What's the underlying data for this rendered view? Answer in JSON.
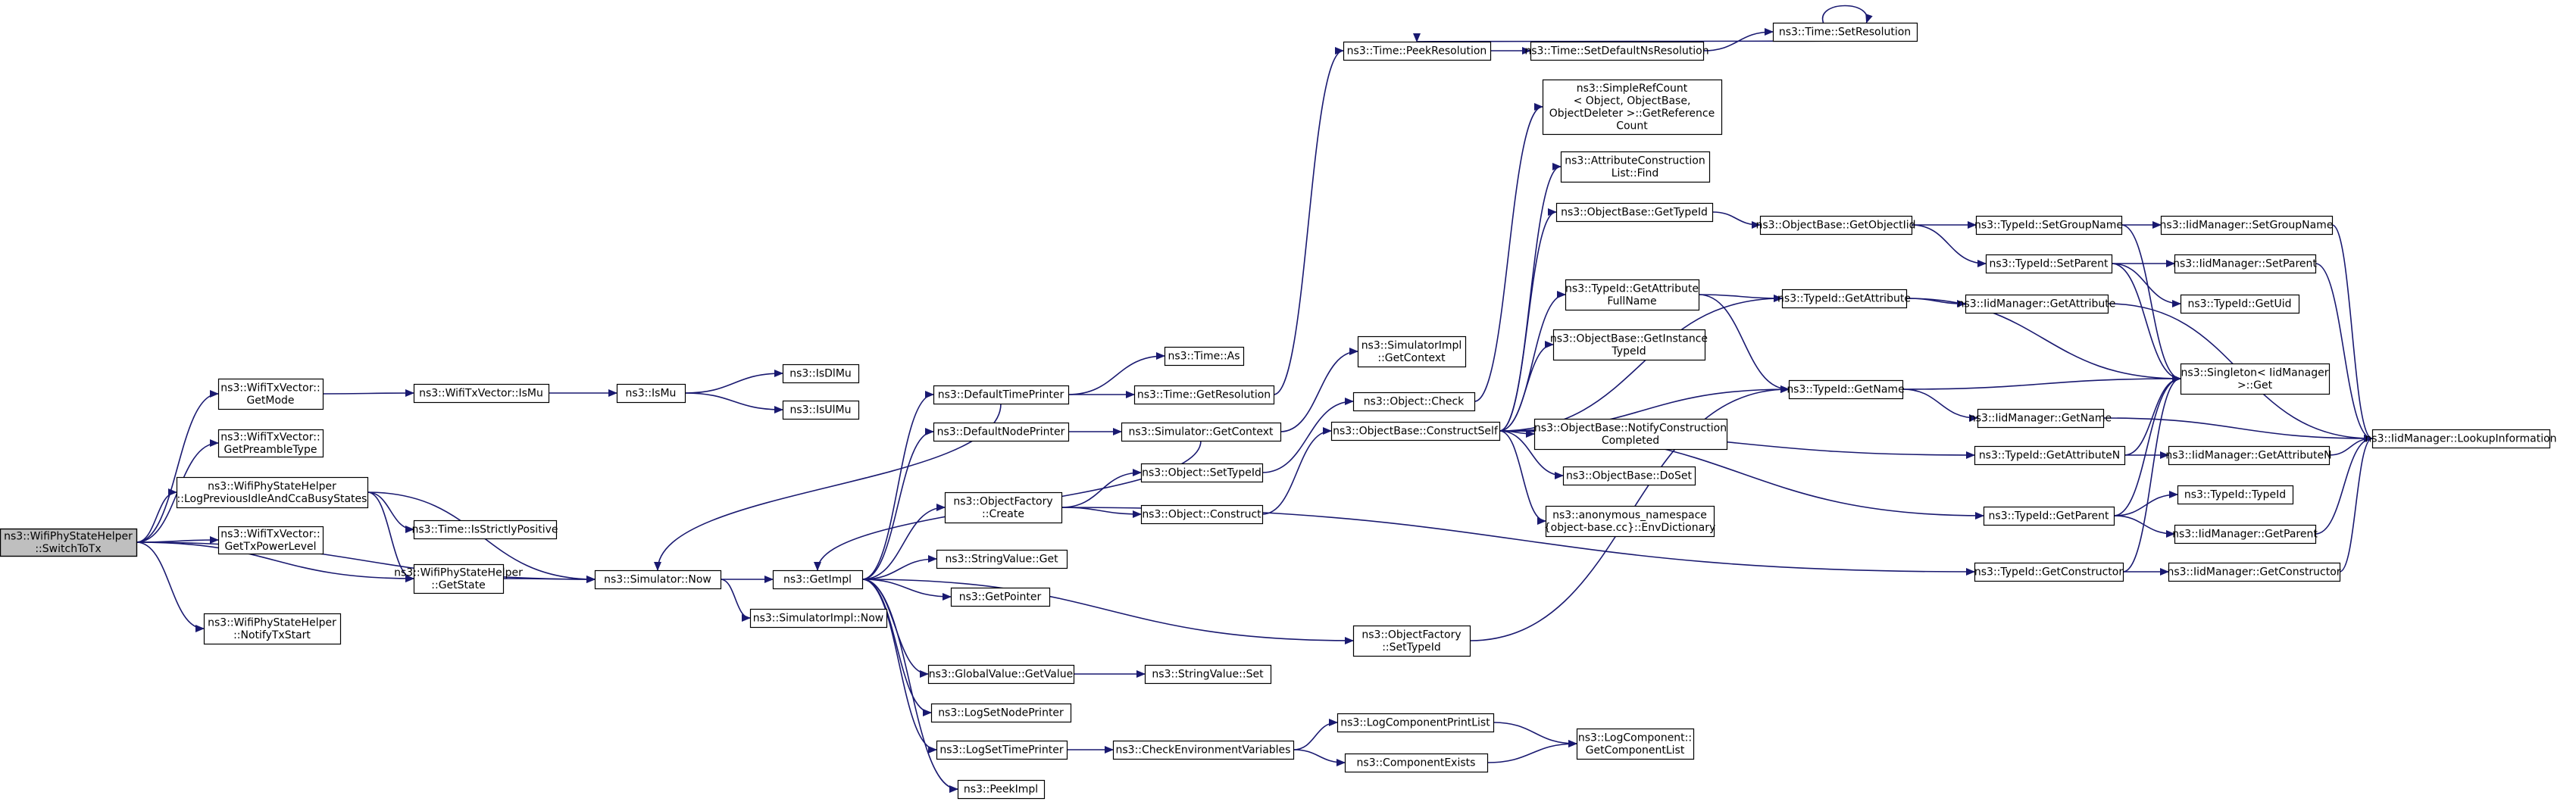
{
  "diagram": {
    "nodes": [
      {
        "id": "switchToTx",
        "lines": [
          "ns3::WifiPhyStateHelper",
          "::SwitchToTx"
        ],
        "root": true
      },
      {
        "id": "getMode",
        "lines": [
          "ns3::WifiTxVector::",
          "GetMode"
        ]
      },
      {
        "id": "getPreambleType",
        "lines": [
          "ns3::WifiTxVector::",
          "GetPreambleType"
        ]
      },
      {
        "id": "logPrevIdle",
        "lines": [
          "ns3::WifiPhyStateHelper",
          "::LogPreviousIdleAndCcaBusyStates"
        ]
      },
      {
        "id": "getTxPowerLevel",
        "lines": [
          "ns3::WifiTxVector::",
          "GetTxPowerLevel"
        ]
      },
      {
        "id": "getState",
        "lines": [
          "ns3::WifiPhyStateHelper",
          "::GetState"
        ]
      },
      {
        "id": "notifyTxStart",
        "lines": [
          "ns3::WifiPhyStateHelper",
          "::NotifyTxStart"
        ]
      },
      {
        "id": "vecIsMu",
        "lines": [
          "ns3::WifiTxVector::IsMu"
        ]
      },
      {
        "id": "isMu",
        "lines": [
          "ns3::IsMu"
        ]
      },
      {
        "id": "isDlMu",
        "lines": [
          "ns3::IsDlMu"
        ]
      },
      {
        "id": "isUlMu",
        "lines": [
          "ns3::IsUlMu"
        ]
      },
      {
        "id": "isStrictlyPositive",
        "lines": [
          "ns3::Time::IsStrictlyPositive"
        ]
      },
      {
        "id": "simNow",
        "lines": [
          "ns3::Simulator::Now"
        ]
      },
      {
        "id": "simImplNow",
        "lines": [
          "ns3::SimulatorImpl::Now"
        ]
      },
      {
        "id": "getImpl",
        "lines": [
          "ns3::GetImpl"
        ]
      },
      {
        "id": "defaultTimePrinter",
        "lines": [
          "ns3::DefaultTimePrinter"
        ]
      },
      {
        "id": "defaultNodePrinter",
        "lines": [
          "ns3::DefaultNodePrinter"
        ]
      },
      {
        "id": "ofCreate",
        "lines": [
          "ns3::ObjectFactory",
          "::Create"
        ]
      },
      {
        "id": "stringValueGet",
        "lines": [
          "ns3::StringValue::Get"
        ]
      },
      {
        "id": "getPointer",
        "lines": [
          "ns3::GetPointer"
        ]
      },
      {
        "id": "globalValueGet",
        "lines": [
          "ns3::GlobalValue::GetValue"
        ]
      },
      {
        "id": "stringValueSet",
        "lines": [
          "ns3::StringValue::Set"
        ]
      },
      {
        "id": "logSetNodePrinter",
        "lines": [
          "ns3::LogSetNodePrinter"
        ]
      },
      {
        "id": "logSetTimePrinter",
        "lines": [
          "ns3::LogSetTimePrinter"
        ]
      },
      {
        "id": "checkEnv",
        "lines": [
          "ns3::CheckEnvironmentVariables"
        ]
      },
      {
        "id": "peekImpl",
        "lines": [
          "ns3::PeekImpl"
        ]
      },
      {
        "id": "timeAs",
        "lines": [
          "ns3::Time::As"
        ]
      },
      {
        "id": "timeGetRes",
        "lines": [
          "ns3::Time::GetResolution"
        ]
      },
      {
        "id": "simGetContext",
        "lines": [
          "ns3::Simulator::GetContext"
        ]
      },
      {
        "id": "simImplGetContext",
        "lines": [
          "ns3::SimulatorImpl",
          "::GetContext"
        ]
      },
      {
        "id": "objSetTypeId",
        "lines": [
          "ns3::Object::SetTypeId"
        ]
      },
      {
        "id": "objConstruct",
        "lines": [
          "ns3::Object::Construct"
        ]
      },
      {
        "id": "objCheck",
        "lines": [
          "ns3::Object::Check"
        ]
      },
      {
        "id": "ofSetTypeId",
        "lines": [
          "ns3::ObjectFactory",
          "::SetTypeId"
        ]
      },
      {
        "id": "logCompPrintList",
        "lines": [
          "ns3::LogComponentPrintList"
        ]
      },
      {
        "id": "componentExists",
        "lines": [
          "ns3::ComponentExists"
        ]
      },
      {
        "id": "getComponentList",
        "lines": [
          "ns3::LogComponent::",
          "GetComponentList"
        ]
      },
      {
        "id": "peekResolution",
        "lines": [
          "ns3::Time::PeekResolution"
        ]
      },
      {
        "id": "setDefaultNsRes",
        "lines": [
          "ns3::Time::SetDefaultNsResolution"
        ]
      },
      {
        "id": "setResolution",
        "lines": [
          "ns3::Time::SetResolution"
        ]
      },
      {
        "id": "simpleRefCount",
        "lines": [
          "ns3::SimpleRefCount",
          "< Object, ObjectBase,",
          "ObjectDeleter >::GetReference",
          "Count"
        ]
      },
      {
        "id": "attrConstrFind",
        "lines": [
          "ns3::AttributeConstruction",
          "List::Find"
        ]
      },
      {
        "id": "obGetTypeId",
        "lines": [
          "ns3::ObjectBase::GetTypeId"
        ]
      },
      {
        "id": "typeIdGetAttrFullName",
        "lines": [
          "ns3::TypeId::GetAttribute",
          "FullName"
        ]
      },
      {
        "id": "obGetInstanceTypeId",
        "lines": [
          "ns3::ObjectBase::GetInstance",
          "TypeId"
        ]
      },
      {
        "id": "obConstructSelf",
        "lines": [
          "ns3::ObjectBase::ConstructSelf"
        ]
      },
      {
        "id": "obNotifyConstructionCompleted",
        "lines": [
          "ns3::ObjectBase::NotifyConstruction",
          "Completed"
        ]
      },
      {
        "id": "obDoSet",
        "lines": [
          "ns3::ObjectBase::DoSet"
        ]
      },
      {
        "id": "envDictionary",
        "lines": [
          "ns3::anonymous_namespace",
          "{object-base.cc}::EnvDictionary"
        ]
      },
      {
        "id": "obGetObjectTid",
        "lines": [
          "ns3::ObjectBase::GetObjectIid"
        ]
      },
      {
        "id": "typeIdGetAttribute",
        "lines": [
          "ns3::TypeId::GetAttribute"
        ]
      },
      {
        "id": "typeIdGetName",
        "lines": [
          "ns3::TypeId::GetName"
        ]
      },
      {
        "id": "typeIdSetGroupName",
        "lines": [
          "ns3::TypeId::SetGroupName"
        ]
      },
      {
        "id": "typeIdSetParent",
        "lines": [
          "ns3::TypeId::SetParent"
        ]
      },
      {
        "id": "iidMgrGetAttribute",
        "lines": [
          "ns3::IidManager::GetAttribute"
        ]
      },
      {
        "id": "iidMgrGetName",
        "lines": [
          "ns3::IidManager::GetName"
        ]
      },
      {
        "id": "typeIdGetAttributeN",
        "lines": [
          "ns3::TypeId::GetAttributeN"
        ]
      },
      {
        "id": "typeIdGetParent",
        "lines": [
          "ns3::TypeId::GetParent"
        ]
      },
      {
        "id": "typeIdGetConstructor",
        "lines": [
          "ns3::TypeId::GetConstructor"
        ]
      },
      {
        "id": "iidMgrSetGroupName",
        "lines": [
          "ns3::IidManager::SetGroupName"
        ]
      },
      {
        "id": "iidMgrSetParent",
        "lines": [
          "ns3::IidManager::SetParent"
        ]
      },
      {
        "id": "typeIdGetUid",
        "lines": [
          "ns3::TypeId::GetUid"
        ]
      },
      {
        "id": "singletonGet",
        "lines": [
          "ns3::Singleton< IidManager",
          ">::Get"
        ]
      },
      {
        "id": "iidMgrGetAttributeN",
        "lines": [
          "ns3::IidManager::GetAttributeN"
        ]
      },
      {
        "id": "typeIdTypeId",
        "lines": [
          "ns3::TypeId::TypeId"
        ]
      },
      {
        "id": "iidMgrGetParent",
        "lines": [
          "ns3::IidManager::GetParent"
        ]
      },
      {
        "id": "iidMgrGetConstructor",
        "lines": [
          "ns3::IidManager::GetConstructor"
        ]
      },
      {
        "id": "iidMgrLookupInformation",
        "lines": [
          "ns3::IidManager::LookupInformation"
        ]
      }
    ],
    "edges": [
      [
        "switchToTx",
        "getMode"
      ],
      [
        "switchToTx",
        "getPreambleType"
      ],
      [
        "switchToTx",
        "logPrevIdle"
      ],
      [
        "switchToTx",
        "getTxPowerLevel"
      ],
      [
        "switchToTx",
        "getState"
      ],
      [
        "switchToTx",
        "notifyTxStart"
      ],
      [
        "switchToTx",
        "simNow"
      ],
      [
        "getMode",
        "vecIsMu"
      ],
      [
        "vecIsMu",
        "isMu"
      ],
      [
        "isMu",
        "isDlMu"
      ],
      [
        "isMu",
        "isUlMu"
      ],
      [
        "logPrevIdle",
        "isStrictlyPositive"
      ],
      [
        "logPrevIdle",
        "getState"
      ],
      [
        "logPrevIdle",
        "simNow"
      ],
      [
        "getState",
        "simNow"
      ],
      [
        "simNow",
        "getImpl"
      ],
      [
        "simNow",
        "simImplNow"
      ],
      [
        "getImpl",
        "defaultTimePrinter"
      ],
      [
        "getImpl",
        "defaultNodePrinter"
      ],
      [
        "getImpl",
        "ofCreate"
      ],
      [
        "getImpl",
        "stringValueGet"
      ],
      [
        "getImpl",
        "getPointer"
      ],
      [
        "getImpl",
        "ofSetTypeId"
      ],
      [
        "getImpl",
        "globalValueGet"
      ],
      [
        "getImpl",
        "logSetNodePrinter"
      ],
      [
        "getImpl",
        "logSetTimePrinter"
      ],
      [
        "getImpl",
        "peekImpl"
      ],
      [
        "defaultTimePrinter",
        "simNow"
      ],
      [
        "defaultTimePrinter",
        "timeAs"
      ],
      [
        "defaultTimePrinter",
        "timeGetRes"
      ],
      [
        "defaultNodePrinter",
        "simGetContext"
      ],
      [
        "simGetContext",
        "getImpl"
      ],
      [
        "simGetContext",
        "simImplGetContext"
      ],
      [
        "timeGetRes",
        "peekResolution"
      ],
      [
        "ofCreate",
        "objSetTypeId"
      ],
      [
        "ofCreate",
        "objConstruct"
      ],
      [
        "ofCreate",
        "typeIdGetConstructor"
      ],
      [
        "objSetTypeId",
        "objCheck"
      ],
      [
        "objConstruct",
        "obConstructSelf"
      ],
      [
        "objCheck",
        "simpleRefCount"
      ],
      [
        "ofSetTypeId",
        "typeIdGetName"
      ],
      [
        "globalValueGet",
        "stringValueSet"
      ],
      [
        "logSetTimePrinter",
        "checkEnv"
      ],
      [
        "checkEnv",
        "logCompPrintList"
      ],
      [
        "checkEnv",
        "componentExists"
      ],
      [
        "logCompPrintList",
        "getComponentList"
      ],
      [
        "componentExists",
        "getComponentList"
      ],
      [
        "peekResolution",
        "setDefaultNsRes"
      ],
      [
        "setDefaultNsRes",
        "setResolution"
      ],
      [
        "setResolution",
        "peekResolution"
      ],
      [
        "setResolution",
        "setResolution"
      ],
      [
        "obConstructSelf",
        "attrConstrFind"
      ],
      [
        "obConstructSelf",
        "obGetTypeId"
      ],
      [
        "obConstructSelf",
        "typeIdGetAttrFullName"
      ],
      [
        "obConstructSelf",
        "obGetInstanceTypeId"
      ],
      [
        "obConstructSelf",
        "obNotifyConstructionCompleted"
      ],
      [
        "obConstructSelf",
        "obDoSet"
      ],
      [
        "obConstructSelf",
        "envDictionary"
      ],
      [
        "obConstructSelf",
        "typeIdGetAttribute"
      ],
      [
        "obConstructSelf",
        "typeIdGetName"
      ],
      [
        "obConstructSelf",
        "typeIdGetAttributeN"
      ],
      [
        "obConstructSelf",
        "typeIdGetParent"
      ],
      [
        "obGetTypeId",
        "obGetObjectTid"
      ],
      [
        "obGetObjectTid",
        "typeIdSetGroupName"
      ],
      [
        "obGetObjectTid",
        "typeIdSetParent"
      ],
      [
        "typeIdGetAttrFullName",
        "typeIdGetAttribute"
      ],
      [
        "typeIdGetAttrFullName",
        "typeIdGetName"
      ],
      [
        "typeIdGetAttribute",
        "iidMgrGetAttribute"
      ],
      [
        "typeIdGetAttribute",
        "singletonGet"
      ],
      [
        "typeIdGetName",
        "iidMgrGetName"
      ],
      [
        "typeIdGetName",
        "singletonGet"
      ],
      [
        "typeIdSetGroupName",
        "iidMgrSetGroupName"
      ],
      [
        "typeIdSetGroupName",
        "singletonGet"
      ],
      [
        "typeIdSetParent",
        "iidMgrSetParent"
      ],
      [
        "typeIdSetParent",
        "typeIdGetUid"
      ],
      [
        "typeIdSetParent",
        "singletonGet"
      ],
      [
        "typeIdGetAttributeN",
        "iidMgrGetAttributeN"
      ],
      [
        "typeIdGetAttributeN",
        "singletonGet"
      ],
      [
        "typeIdGetParent",
        "typeIdTypeId"
      ],
      [
        "typeIdGetParent",
        "iidMgrGetParent"
      ],
      [
        "typeIdGetParent",
        "singletonGet"
      ],
      [
        "typeIdGetConstructor",
        "iidMgrGetConstructor"
      ],
      [
        "typeIdGetConstructor",
        "singletonGet"
      ],
      [
        "iidMgrSetGroupName",
        "iidMgrLookupInformation"
      ],
      [
        "iidMgrSetParent",
        "iidMgrLookupInformation"
      ],
      [
        "iidMgrGetName",
        "iidMgrLookupInformation"
      ],
      [
        "iidMgrGetAttribute",
        "iidMgrLookupInformation"
      ],
      [
        "iidMgrGetAttributeN",
        "iidMgrLookupInformation"
      ],
      [
        "iidMgrGetParent",
        "iidMgrLookupInformation"
      ],
      [
        "iidMgrGetConstructor",
        "iidMgrLookupInformation"
      ]
    ]
  },
  "colors": {
    "edge": "#191970",
    "root_fill": "#bfbfbf",
    "node_fill": "#ffffff",
    "node_border": "#000000"
  }
}
